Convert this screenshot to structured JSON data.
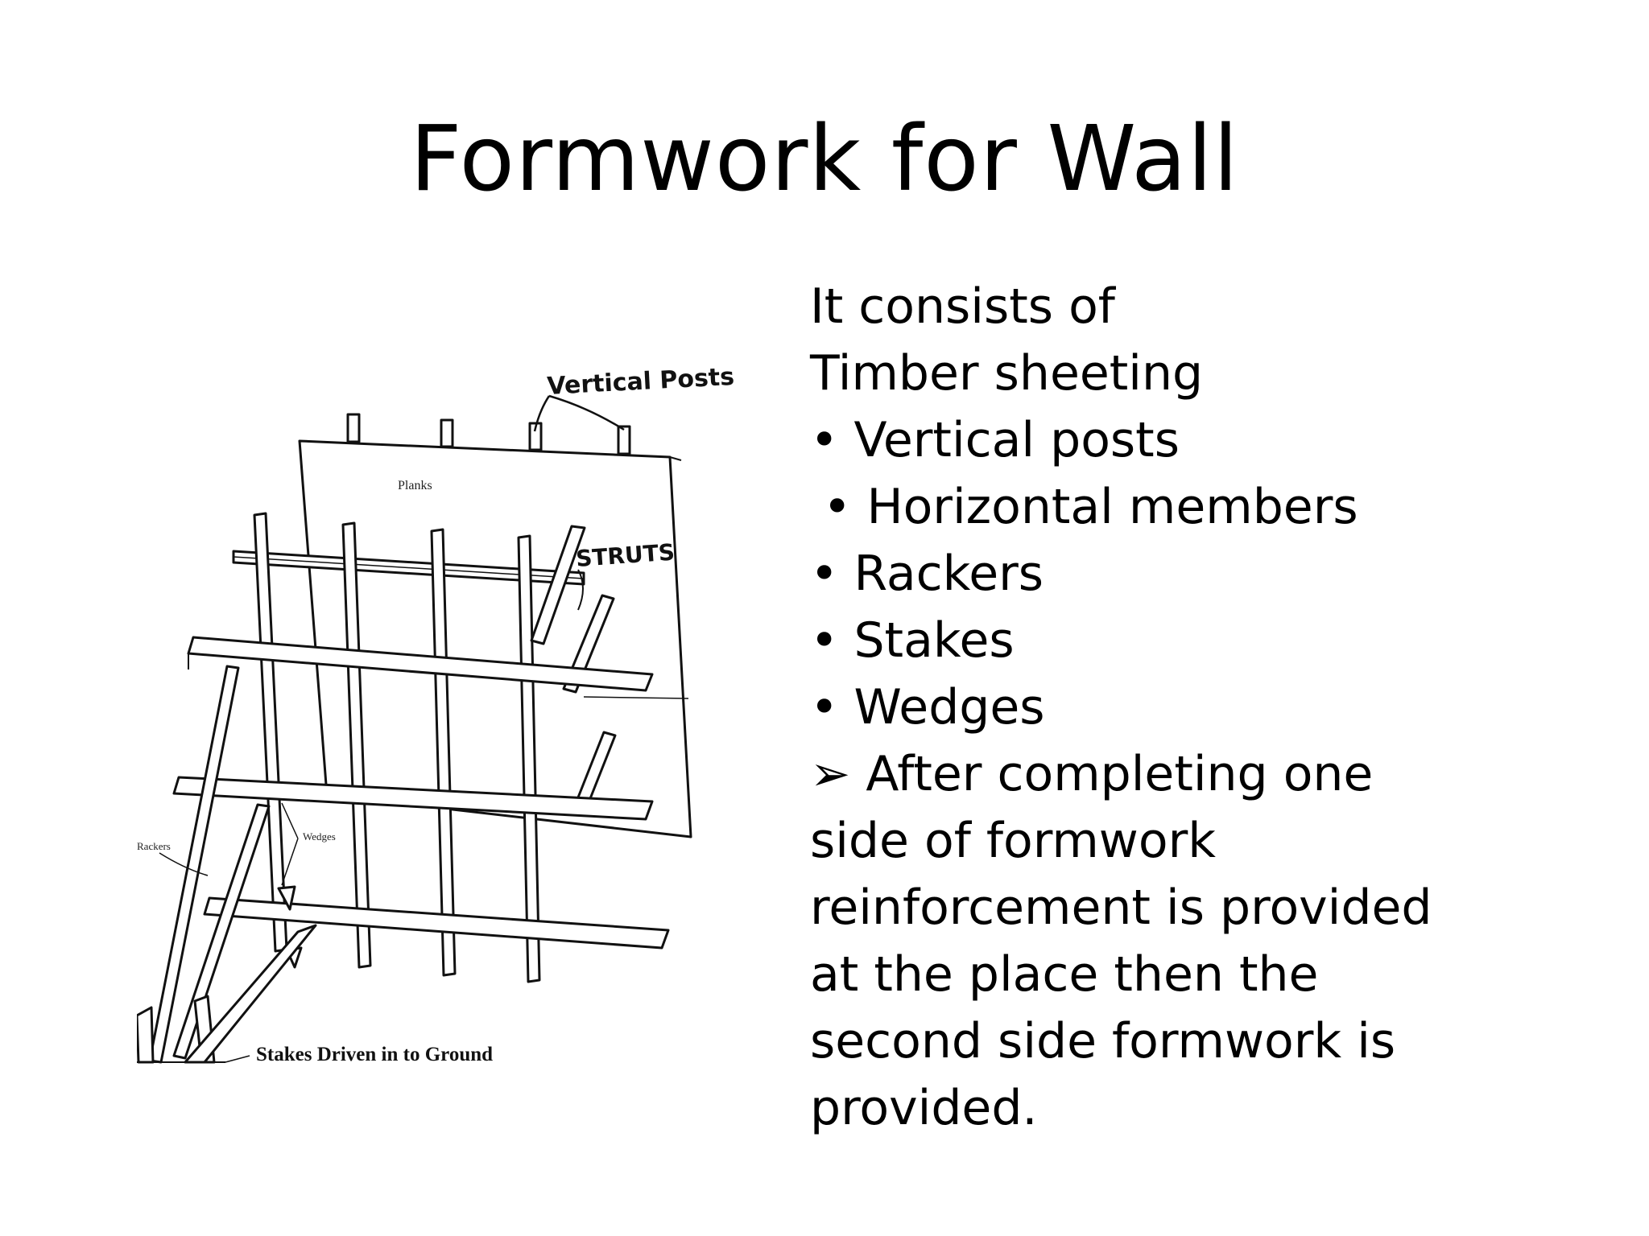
{
  "slide": {
    "title": "Formwork for Wall"
  },
  "diagram": {
    "labels": {
      "vertical_posts": "Vertical Posts",
      "planks": "Planks",
      "struts": "STRUTS",
      "rackers": "Rackers",
      "wedges": "Wedges",
      "stakes": "Stakes Driven in to Ground"
    }
  },
  "content": {
    "lines": [
      "It consists of",
      "Timber sheeting",
      "• Vertical posts",
      "• Horizontal members",
      "• Rackers",
      "• Stakes",
      "• Wedges",
      "➢ After completing one",
      "side of formwork",
      "reinforcement is provided",
      "at the place then the",
      "second side formwork is",
      "provided."
    ]
  }
}
